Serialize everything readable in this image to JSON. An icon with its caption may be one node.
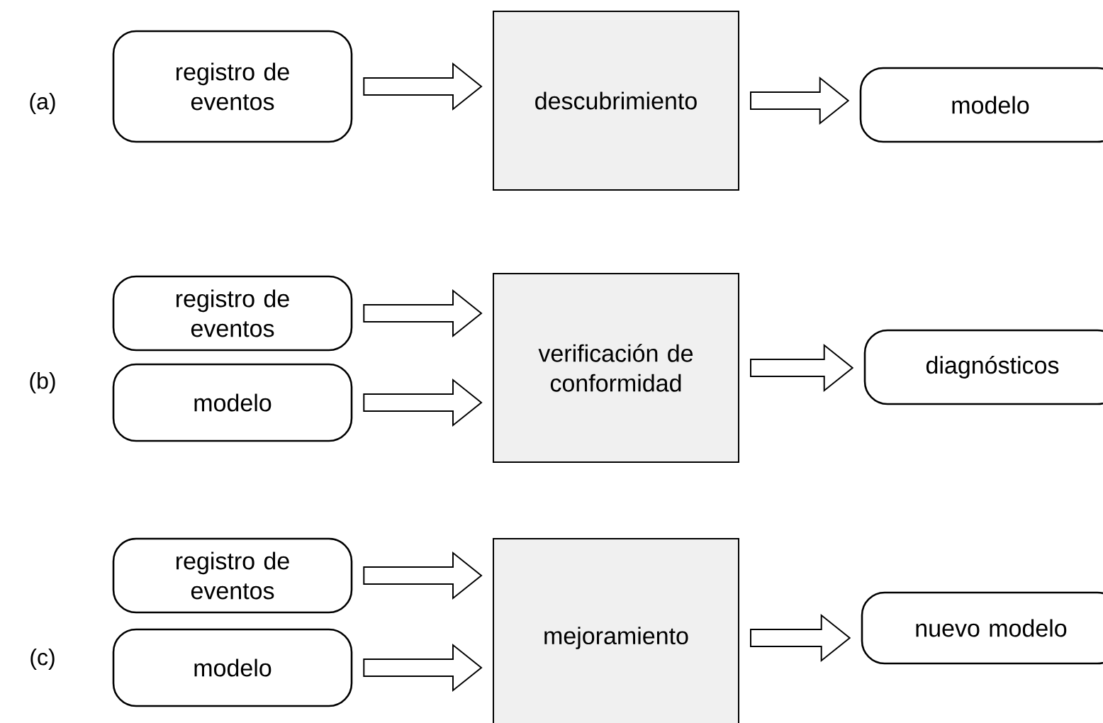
{
  "diagram": {
    "nodes": [
      {
        "text": [
          "registro de eventos"
        ]
      },
      {
        "text": [
          "descubrimiento"
        ]
      },
      {
        "text": [
          "modelo"
        ]
      },
      {
        "text": [
          "registro de eventos"
        ]
      },
      {
        "text": [
          "modelo"
        ]
      },
      {
        "text": [
          "verificación de conformidad"
        ]
      },
      {
        "text": [
          "diagnósticos"
        ]
      },
      {
        "text": [
          "registro de eventos"
        ]
      },
      {
        "text": [
          "modelo"
        ]
      },
      {
        "text": [
          "mejoramiento"
        ]
      },
      {
        "text": [
          "nuevo modelo"
        ]
      }
    ],
    "edges": [
      {
        "from": 0,
        "to": 1,
        "arrow": "to"
      },
      {
        "from": 1,
        "to": 2,
        "arrow": "to"
      },
      {
        "from": 3,
        "to": 5,
        "arrow": "to"
      },
      {
        "from": 4,
        "to": 5,
        "arrow": "to"
      },
      {
        "from": 5,
        "to": 6,
        "arrow": "to"
      },
      {
        "from": 7,
        "to": 9,
        "arrow": "to"
      },
      {
        "from": 8,
        "to": 9,
        "arrow": "to"
      },
      {
        "from": 9,
        "to": 10,
        "arrow": "to"
      }
    ],
    "labels": [
      "(a)",
      "(b)",
      "(c)"
    ]
  }
}
